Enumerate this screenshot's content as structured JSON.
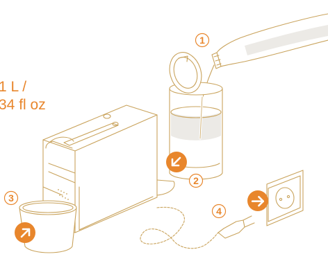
{
  "capacity": {
    "line1": "1 L /",
    "line2": "34 fl oz"
  },
  "steps": [
    {
      "number": "1",
      "action": "fill water tank"
    },
    {
      "number": "2",
      "action": "place water tank"
    },
    {
      "number": "3",
      "action": "place cup"
    },
    {
      "number": "4",
      "action": "plug in machine"
    }
  ],
  "colors": {
    "accent": "#E8862C",
    "line": "#C9A35C",
    "water": "#ECEAE6"
  },
  "icons": [
    "arrow-icon",
    "bottle",
    "water-tank",
    "coffee-machine",
    "cup",
    "power-plug",
    "wall-socket"
  ]
}
